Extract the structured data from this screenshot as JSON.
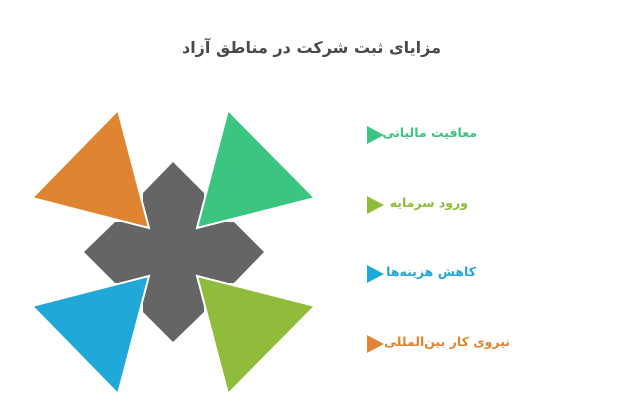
{
  "title": "مزایای ثبت شرکت در مناطق آزاد",
  "colors": {
    "title": "#4a4a4a",
    "center": "#656565",
    "green": "#3cc481",
    "yellowgreen": "#8fbc3a",
    "blue": "#1fa8d8",
    "orange": "#df8430"
  },
  "diagram": {
    "center_shape": "gray-four-pointed-cross",
    "triangles": [
      {
        "position": "top-left",
        "color": "#df8430",
        "linked_item": "نیروی کار بین‌المللی"
      },
      {
        "position": "top-right",
        "color": "#3cc481",
        "linked_item": "معافیت مالیاتی"
      },
      {
        "position": "bottom-left",
        "color": "#1fa8d8",
        "linked_item": "کاهش هزینه‌ها"
      },
      {
        "position": "bottom-right",
        "color": "#8fbc3a",
        "linked_item": "ورود سرمایه"
      }
    ]
  },
  "legend": {
    "items": [
      {
        "label": "معافیت مالیاتی",
        "color": "#3cc481",
        "icon": "triangle-right-icon"
      },
      {
        "label": "ورود سرمایه",
        "color": "#8fbc3a",
        "icon": "triangle-right-icon"
      },
      {
        "label": "کاهش هزینه‌ها",
        "color": "#1fa8d8",
        "icon": "triangle-right-icon"
      },
      {
        "label": "نیروی کار بین‌المللی",
        "color": "#df8430",
        "icon": "triangle-right-icon"
      }
    ]
  }
}
